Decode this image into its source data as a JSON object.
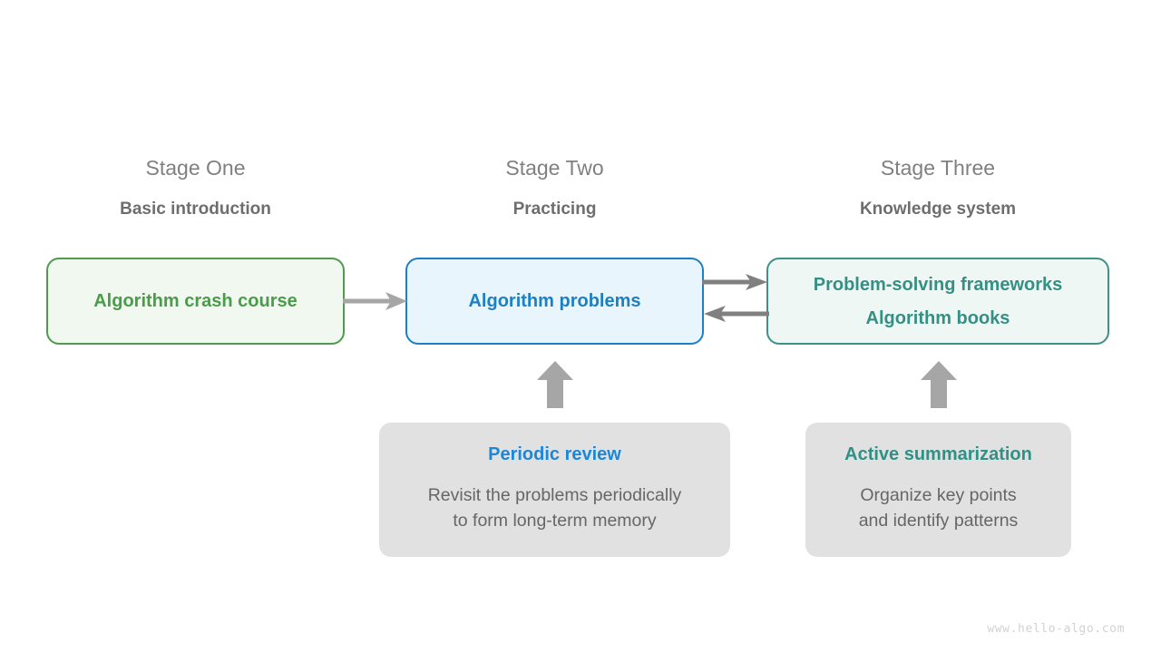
{
  "colors": {
    "background": "#ffffff",
    "green": "#4a9c4a",
    "green_border": "#4e9a4e",
    "green_fill": "#f1f8f0",
    "blue": "#1b80c4",
    "blue_border": "#1b80c4",
    "blue_fill": "#e9f5fd",
    "teal": "#359083",
    "teal_border": "#3d9187",
    "teal_fill": "#eff7f5",
    "gray_box": "#e1e1e1",
    "arrow_gray": "#a6a6a6",
    "title_gray": "#808080",
    "subtitle_gray": "#6e6e6e",
    "body_gray": "#666666",
    "watermark_gray": "#d2d2d2"
  },
  "stages": [
    {
      "title": "Stage One",
      "subtitle": "Basic introduction"
    },
    {
      "title": "Stage Two",
      "subtitle": "Practicing"
    },
    {
      "title": "Stage Three",
      "subtitle": "Knowledge system"
    }
  ],
  "nodes": [
    {
      "id": "crash-course",
      "lines": [
        "Algorithm crash course"
      ]
    },
    {
      "id": "problems",
      "lines": [
        "Algorithm problems"
      ]
    },
    {
      "id": "frameworks",
      "lines": [
        "Problem-solving frameworks",
        "Algorithm books"
      ]
    }
  ],
  "supports": [
    {
      "id": "review",
      "heading": "Periodic review",
      "body": "Revisit the problems periodically\nto form long-term memory"
    },
    {
      "id": "summary",
      "heading": "Active summarization",
      "body": "Organize key points\nand identify patterns"
    }
  ],
  "arrows": [
    {
      "name": "course-to-problems",
      "direction": "right"
    },
    {
      "name": "problems-to-frameworks",
      "direction": "right"
    },
    {
      "name": "frameworks-to-problems",
      "direction": "left"
    },
    {
      "name": "review-up",
      "direction": "up"
    },
    {
      "name": "summary-up",
      "direction": "up"
    }
  ],
  "watermark": "www.hello-algo.com"
}
